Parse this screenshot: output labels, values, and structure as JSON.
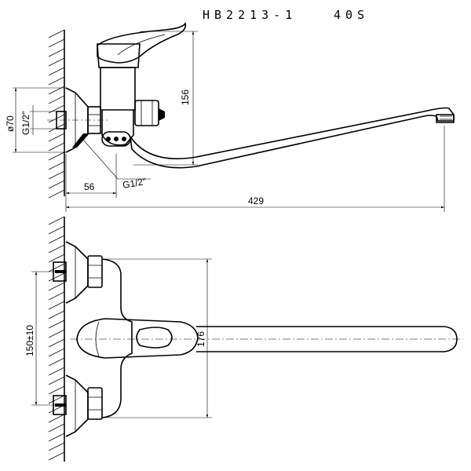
{
  "title": {
    "model": "HB2213-1",
    "variant": "40S"
  },
  "side_view": {
    "dim_height": "156",
    "dim_diameter": "ø70",
    "dim_thread_inlet": "G1/2\"",
    "dim_thread_outlet": "G1/2\"",
    "dim_offset": "56",
    "dim_reach": "429"
  },
  "top_view": {
    "dim_centers": "150±10",
    "dim_span": "176"
  }
}
